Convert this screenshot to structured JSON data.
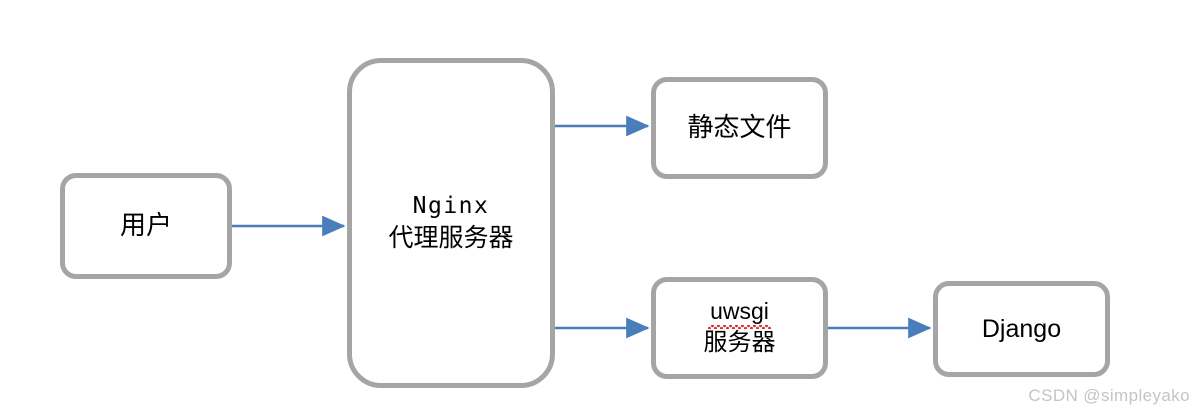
{
  "diagram": {
    "type": "flow-diagram",
    "theme": {
      "background": "#ffffff",
      "node_border": "#a5a5a5",
      "node_fill": "#ffffff",
      "arrow": "#4a7ebb",
      "text": "#000000",
      "spellcheck_underline": "#e03030",
      "watermark": "#c4c4c4"
    },
    "nodes": [
      {
        "id": "user",
        "lines": [
          "用户"
        ]
      },
      {
        "id": "nginx",
        "lines": [
          "Nginx",
          "代理服务器"
        ]
      },
      {
        "id": "static",
        "lines": [
          "静态文件"
        ]
      },
      {
        "id": "uwsgi",
        "lines": [
          "uwsgi",
          "服务器"
        ]
      },
      {
        "id": "django",
        "lines": [
          "Django"
        ]
      }
    ],
    "edges": [
      {
        "id": "user-to-nginx",
        "from": "user",
        "to": "nginx",
        "label": ""
      },
      {
        "id": "nginx-to-static",
        "from": "nginx",
        "to": "static",
        "label": ""
      },
      {
        "id": "nginx-to-uwsgi",
        "from": "nginx",
        "to": "uwsgi",
        "label": ""
      },
      {
        "id": "uwsgi-to-django",
        "from": "uwsgi",
        "to": "django",
        "label": ""
      }
    ]
  },
  "watermark": {
    "text": "CSDN @simpleyako"
  }
}
